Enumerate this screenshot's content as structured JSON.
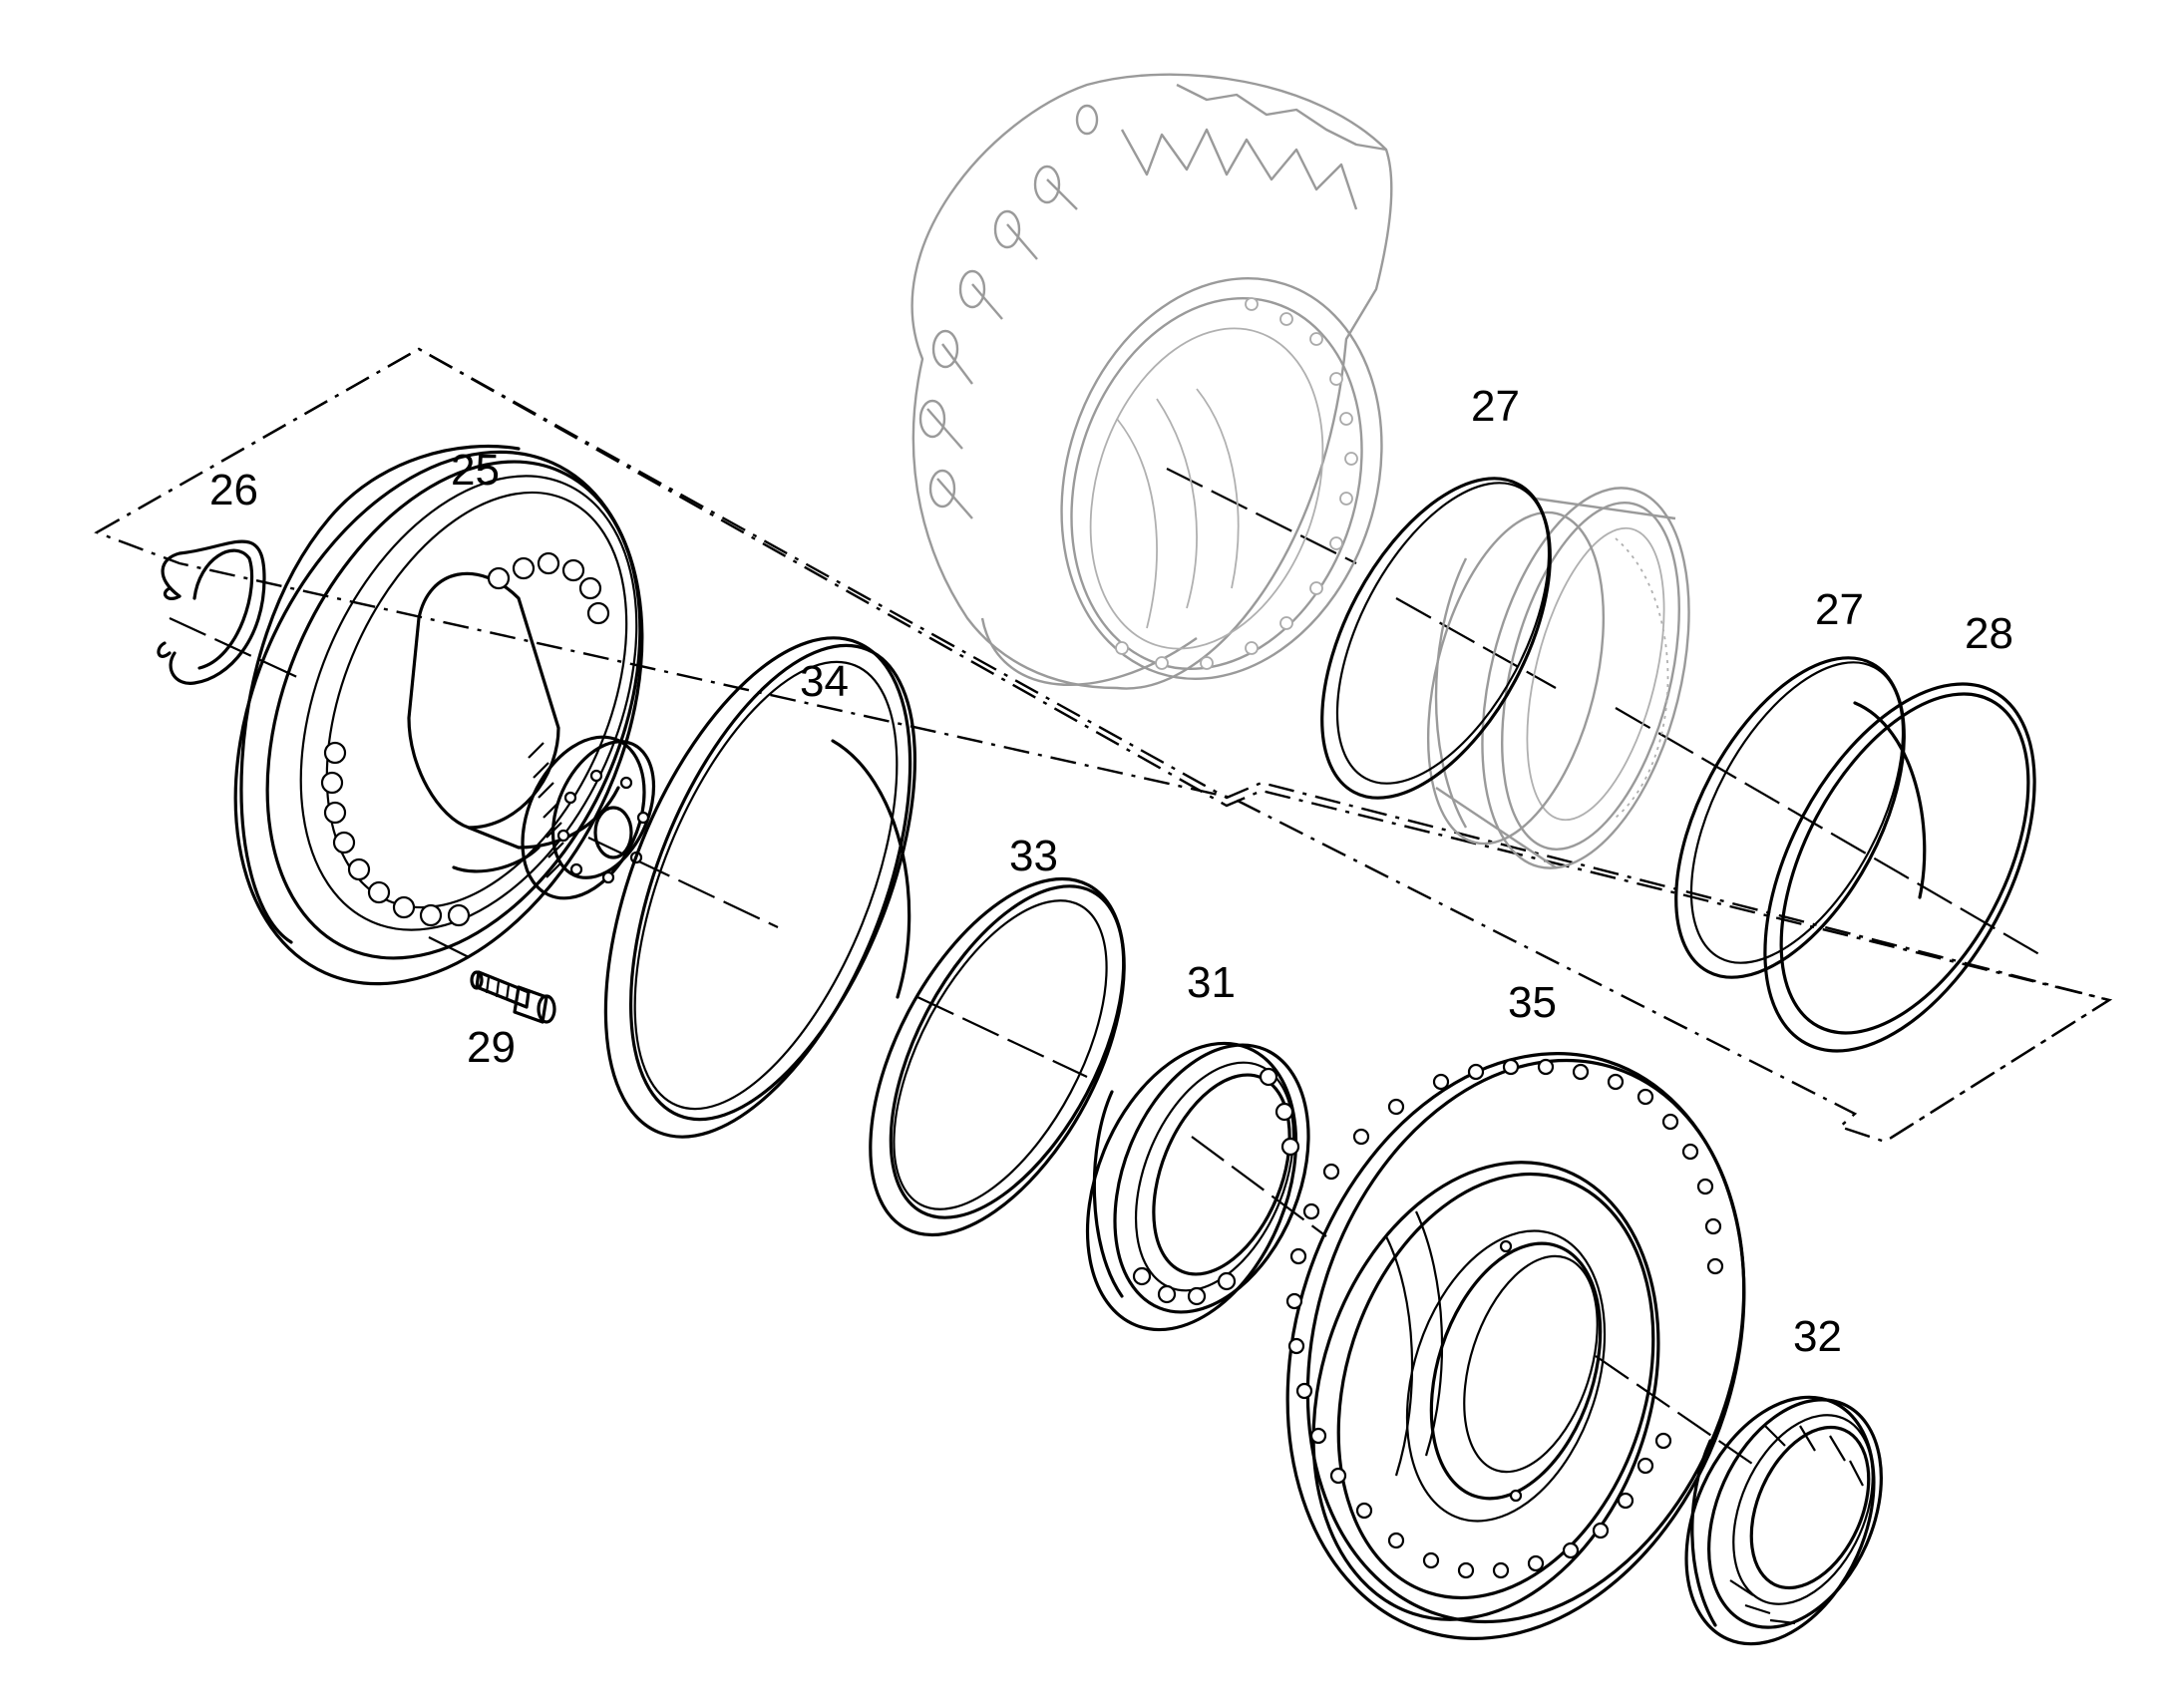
{
  "callouts": {
    "p25": "25",
    "p26": "26",
    "p27a": "27",
    "p27b": "27",
    "p28": "28",
    "p29": "29",
    "p31": "31",
    "p32": "32",
    "p33": "33",
    "p34": "34",
    "p35": "35"
  },
  "colors": {
    "line": "#000000",
    "ghost": "#9a9a9a",
    "background": "#ffffff"
  }
}
